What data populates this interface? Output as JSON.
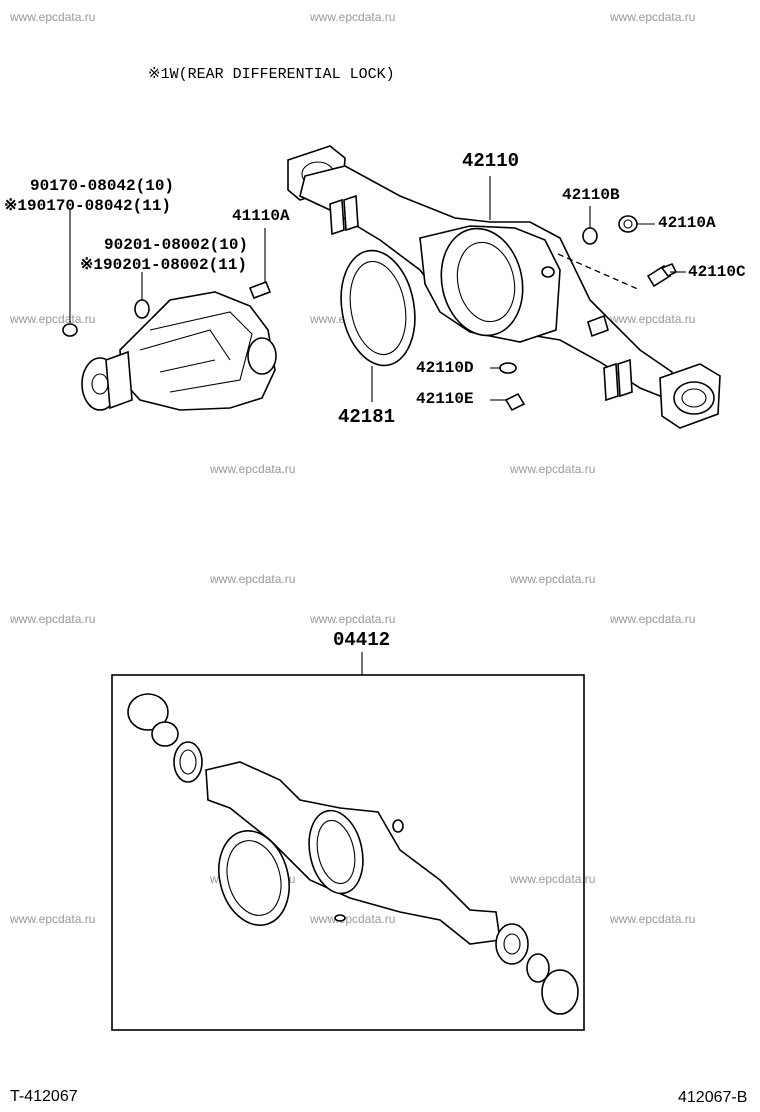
{
  "watermark": "www.epcdata.ru",
  "note": "※1W(REAR DIFFERENTIAL LOCK)",
  "parts": {
    "p42110": "42110",
    "p42110B": "42110B",
    "p42110A": "42110A",
    "p42110C": "42110C",
    "p42110D": "42110D",
    "p42110E": "42110E",
    "p42181": "42181",
    "p41110A": "41110A",
    "bolt1": "90170-08042(10)",
    "bolt2": "※190170-08042(11)",
    "stud1": "90201-08002(10)",
    "stud2": "※190201-08002(11)",
    "p04412": "04412"
  },
  "footer": {
    "left": "T-412067",
    "right": "412067-B"
  }
}
